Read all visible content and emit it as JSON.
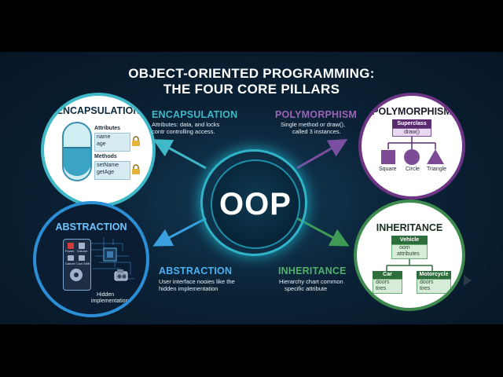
{
  "title": {
    "line1": "OBJECT-ORIENTED PROGRAMMING:",
    "line2": "THE FOUR CORE PILLARS"
  },
  "hub": {
    "label": "OOP"
  },
  "pillars": {
    "encapsulation": {
      "badge_title": "ENCAPSULATION",
      "title": "ENCAPSULATION",
      "desc_line1": "Attributes: data, and locks",
      "desc_line2": "contr controlling access.",
      "attributes_heading": "Attributes",
      "attributes": [
        "name",
        "age"
      ],
      "methods_heading": "Methods",
      "methods": [
        "setName",
        "getAge"
      ],
      "color": "#3fb8c8"
    },
    "polymorphism": {
      "badge_title": "POLYMORPHISM",
      "title": "POLYMORPHISM",
      "desc_line1": "Single method or draw(),",
      "desc_line2": "called 3 instances.",
      "superclass": "Superclass",
      "method": "draw()",
      "shapes": [
        "Square",
        "Circle",
        "Triangle"
      ],
      "color": "#7a3f8e"
    },
    "abstraction": {
      "badge_title": "ABSTRACTION",
      "title": "ABSTRACTION",
      "desc_line1": "User interface nooies like the",
      "desc_line2": "hidden implementation",
      "hidden_label_line1": "Hidden",
      "hidden_label_line2": "implementation",
      "remote_labels": [
        "Power",
        "Volume",
        "Cancel",
        "Cow Shift"
      ],
      "color": "#2b8fd6"
    },
    "inheritance": {
      "badge_title": "INHERITANCE",
      "title": "INHERITANCE",
      "desc_line1": "Hierarchy chart common",
      "desc_line2": "specific attribute",
      "parent": "Vehicle",
      "parent_attr_line1": "oom",
      "parent_attr_line2": "attributes",
      "children": [
        {
          "name": "Car",
          "attr1": "doors",
          "attr2": "tires"
        },
        {
          "name": "Motorcycle",
          "attr1": "doors",
          "attr2": "tires"
        }
      ],
      "color": "#3f8a4f"
    }
  }
}
